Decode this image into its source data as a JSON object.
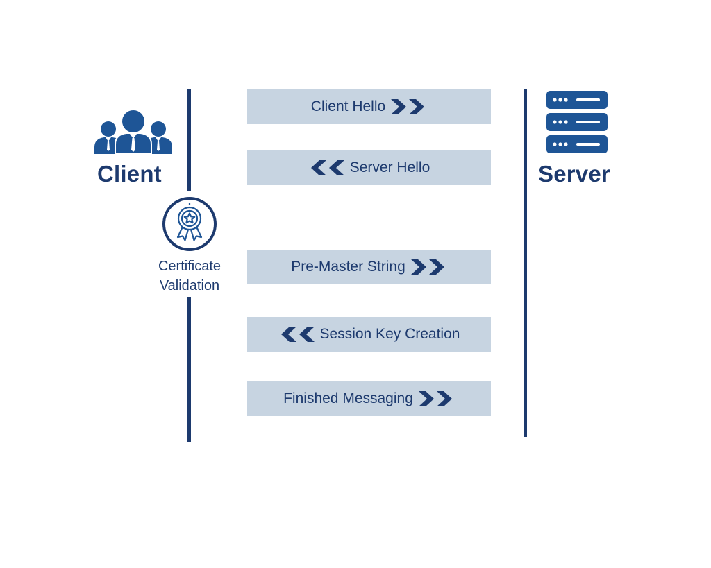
{
  "client": {
    "title": "Client",
    "icon": "users-group-icon"
  },
  "server": {
    "title": "Server",
    "icon": "server-rack-icon"
  },
  "certificate": {
    "icon": "award-badge-icon",
    "label_line1": "Certificate",
    "label_line2": "Validation"
  },
  "messages": [
    {
      "label": "Client Hello",
      "direction": "to-server"
    },
    {
      "label": "Server Hello",
      "direction": "to-client"
    },
    {
      "label": "Pre-Master String",
      "direction": "to-server"
    },
    {
      "label": "Session Key Creation",
      "direction": "to-client"
    },
    {
      "label": "Finished Messaging",
      "direction": "to-server"
    }
  ],
  "colors": {
    "primary": "#1d3a6e",
    "icon_blue": "#1e5596",
    "message_bg": "#c7d4e1",
    "background": "#ffffff"
  }
}
